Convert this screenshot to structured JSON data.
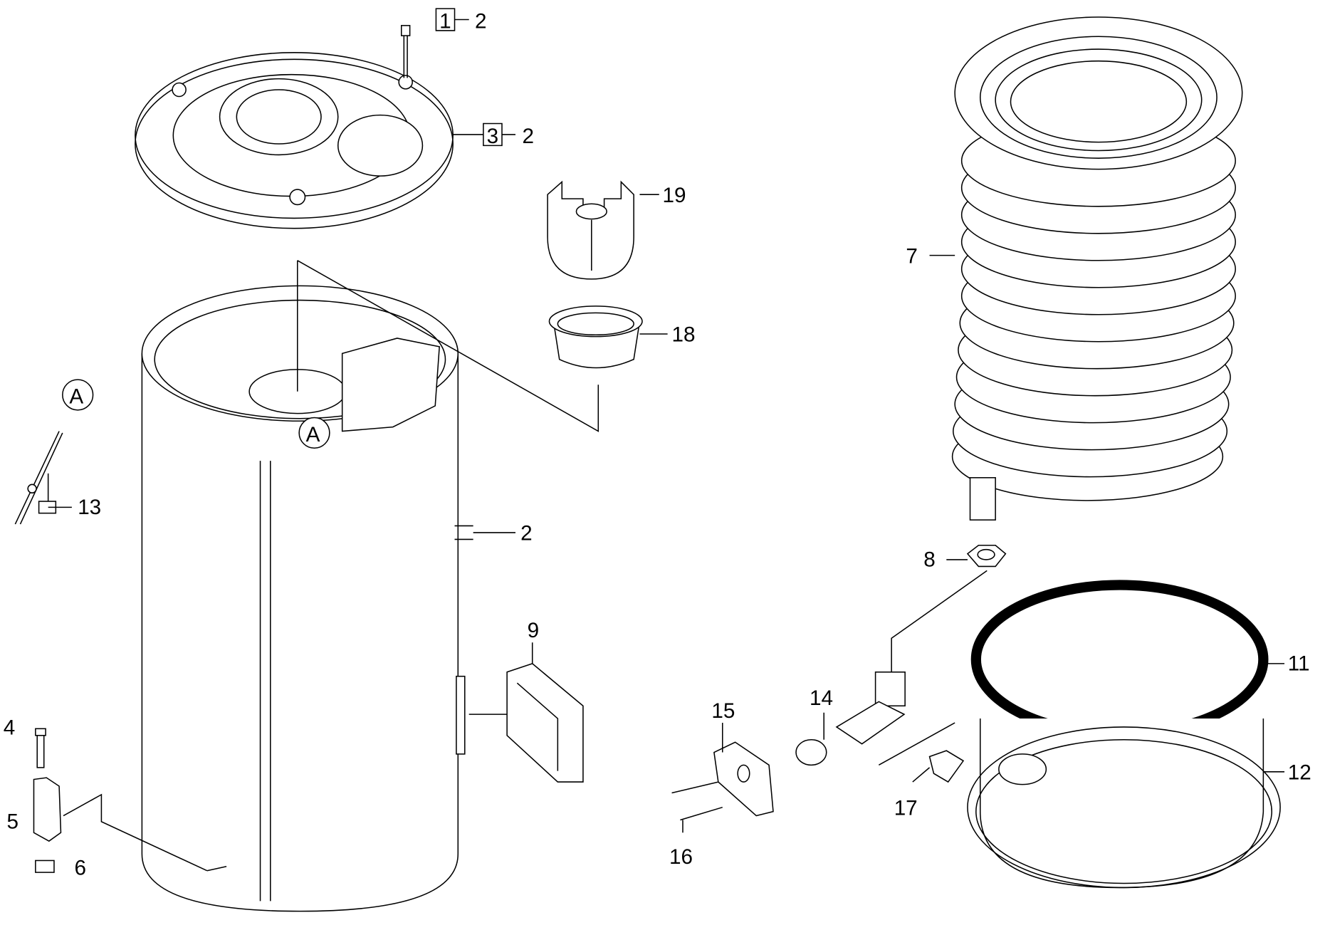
{
  "diagram": {
    "labels": {
      "p1": "1",
      "p1q": "2",
      "p3": "3",
      "p3q": "2",
      "p19": "19",
      "p18": "18",
      "p7": "7",
      "p8": "8",
      "p11": "11",
      "p12": "12",
      "p13": "13",
      "p2": "2",
      "p9": "9",
      "p4": "4",
      "p5": "5",
      "p6": "6",
      "p14": "14",
      "p15": "15",
      "p16": "16",
      "p17": "17"
    },
    "detail_marker": "A"
  }
}
